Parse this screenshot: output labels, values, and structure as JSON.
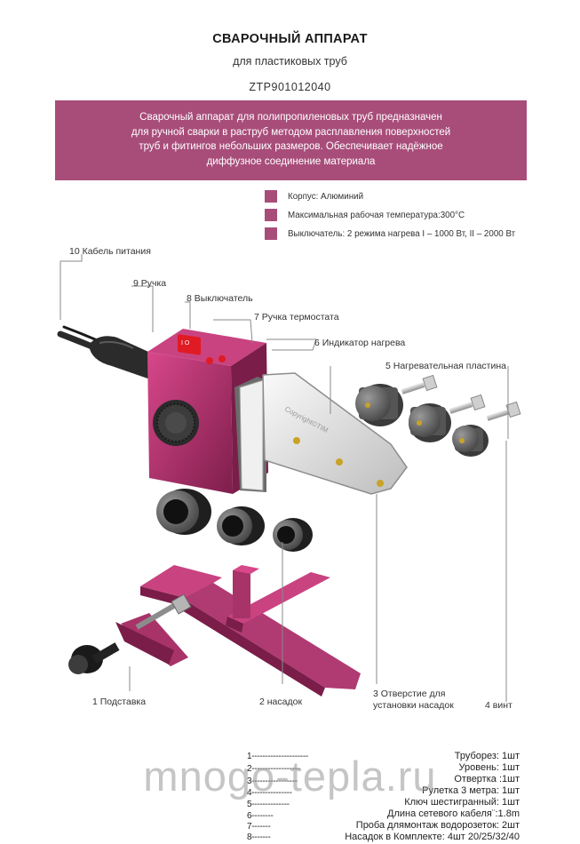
{
  "header": {
    "title": "СВАРОЧНЫЙ АППАРАТ",
    "subtitle": "для пластиковых труб",
    "code": "ZTP901012040"
  },
  "description": {
    "lines": [
      "Сварочный аппарат для полипропиленовых труб предназначен",
      "для ручной сварки в раструб методом расплавления поверхностей",
      "труб и фитингов небольших размеров. Обеспечивает надёжное",
      "диффузное соединение материала"
    ]
  },
  "features": [
    "Корпус: Алюминий",
    "Максимальная рабочая температура:300°C",
    "Выключатель: 2 режима нагрева  I – 1000 Вт, II – 2000 Вт"
  ],
  "callouts": {
    "c10": "10 Кабель питания",
    "c9": "9 Ручка",
    "c8": "8 Выключатель",
    "c7": "7 Ручка термостата",
    "c6": "6 Индикатор нагрева",
    "c5": "5 Нагревательная пластина",
    "c1": "1 Подставка",
    "c2": "2 насадок",
    "c3a": "3 Отверстие для",
    "c3b": "установки насадок",
    "c4": "4 винт"
  },
  "plate_text": "Copyright©TIM",
  "dashes": [
    "1---------------------",
    "2------------------",
    "3-----------------",
    "4---------------",
    "5--------------",
    "6--------",
    "7-------",
    "8-------"
  ],
  "kit": [
    "Труборез:   1шт",
    "Уровень:   1шт",
    "Отвертка :1шт",
    "Рулетка 3 метра:   1шт",
    "Ключ шестигранный:   1шт",
    "Длина сетевого кабеля¨:1.8m",
    "Проба длямонтаж водорозеток:   2шт",
    "Насадок в Комплекте: 4шт 20/25/32/40"
  ],
  "watermark": "mnogo-tepla.ru",
  "colors": {
    "accent": "#a84d7a",
    "body_magenta": "#b8356f",
    "text": "#222222"
  }
}
